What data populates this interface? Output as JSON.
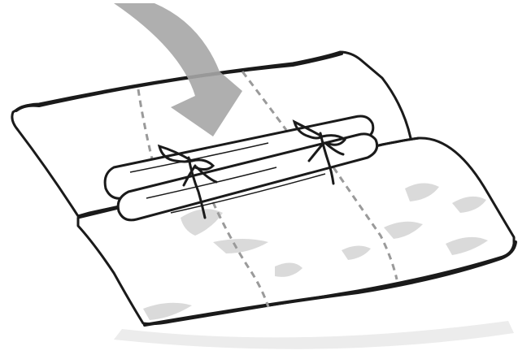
{
  "figure": {
    "type": "instruction-illustration",
    "caption": "",
    "colors": {
      "outline": "#1a1a1a",
      "fill": "#ffffff",
      "shading": "#d9d9d9",
      "arrow": "#a6a6a6",
      "stitch": "#9a9a9a"
    },
    "items": [
      {
        "id": "fold-arrow",
        "icon": "curved-arrow-down",
        "meaning": "fold direction"
      },
      {
        "id": "pad",
        "icon": "quilted-pad"
      },
      {
        "id": "rolls",
        "icon": "rolled-bundle",
        "count": 2
      },
      {
        "id": "ties",
        "icon": "bow-tie",
        "count": 2
      }
    ]
  }
}
